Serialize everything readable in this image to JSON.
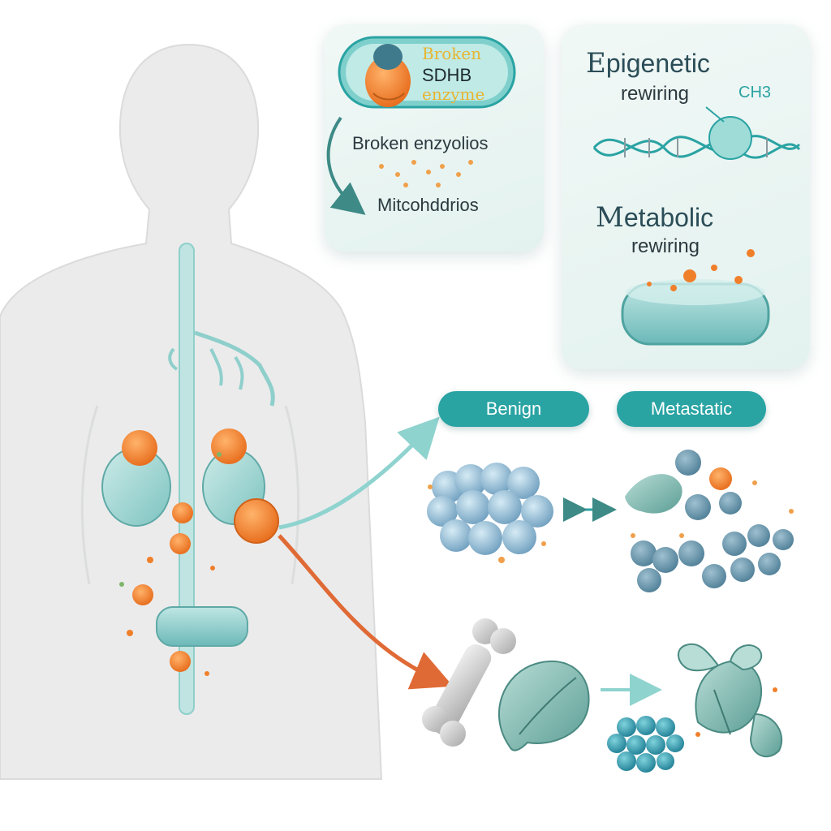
{
  "enzyme_badge": {
    "line1": "Broken",
    "line2": "SDHB",
    "line3": "enzyme"
  },
  "mito_panel": {
    "label_top": "Broken enzyolios",
    "label_bottom": "Mitcohddrios"
  },
  "rewiring_panel": {
    "epigenetic_initial": "E",
    "epigenetic_rest": "pigenetic",
    "epigenetic_sub": "rewiring",
    "methyl_label": "CH3",
    "metabolic_initial": "M",
    "metabolic_rest": "etabolic",
    "metabolic_sub": "rewiring"
  },
  "states": {
    "benign": "Benign",
    "metastatic": "Metastatic"
  },
  "colors": {
    "teal": "#2aa3a3",
    "teal_light": "#8fd3cf",
    "orange": "#f07f2a",
    "red_orange": "#e06a35",
    "cell_blue": "#8cb7d3",
    "body_gray": "#e9eaeb"
  },
  "icons": {
    "enzyme": "protein-blob-icon",
    "dna": "dna-helix-icon",
    "cell_pad": "cell-pad-icon",
    "bone": "bone-icon",
    "organ": "lung-leaf-icon",
    "arrow": "arrow-icon"
  }
}
